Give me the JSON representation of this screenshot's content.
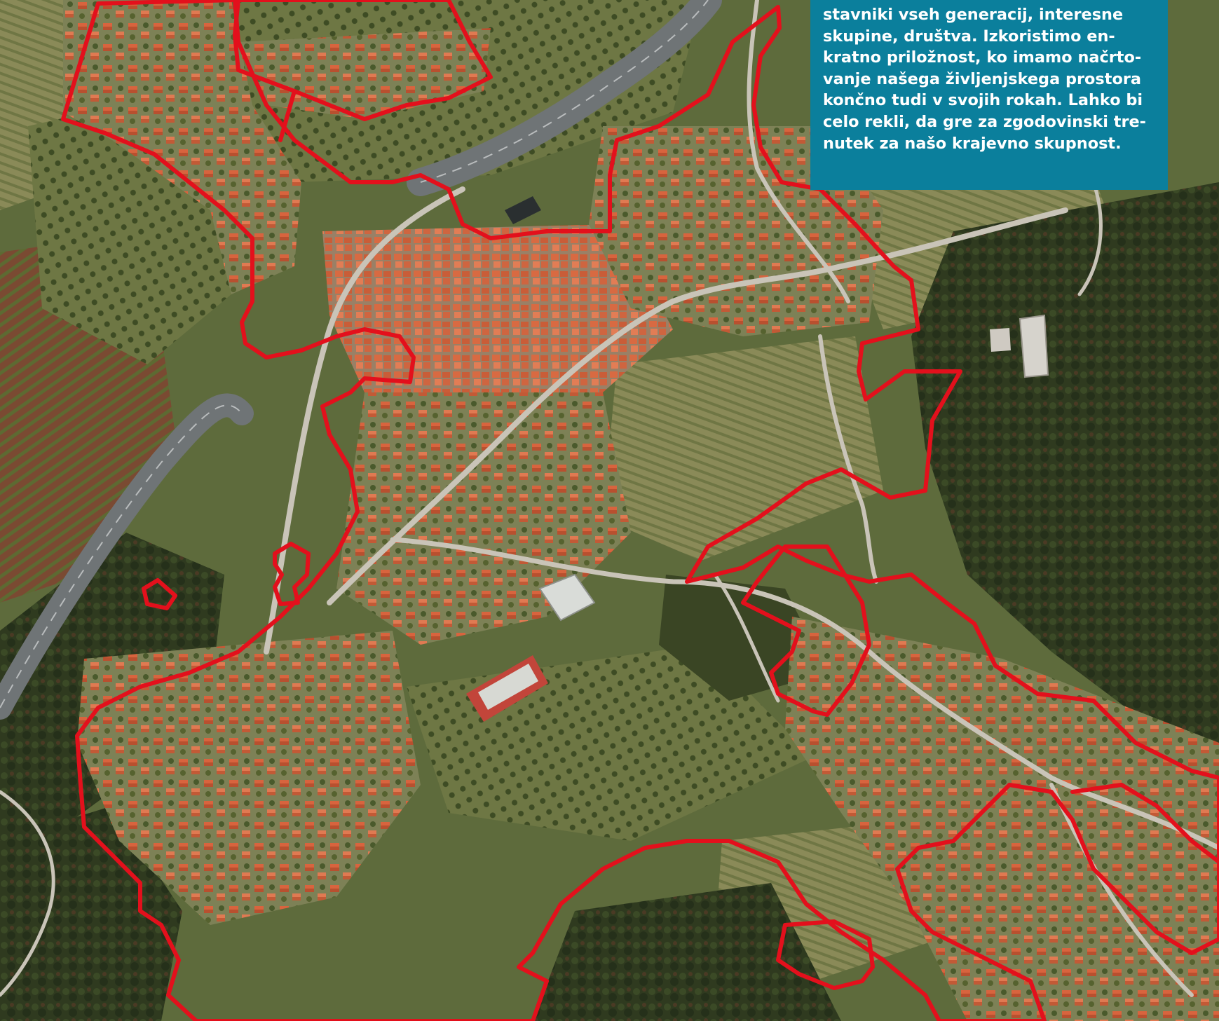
{
  "colors": {
    "zone_outline": "#e3101c",
    "info_box_background": "#0b7f9c",
    "info_box_text": "#ffffff",
    "terrain_base": "#5e6b3c",
    "forest": "#2f3a1f",
    "roof": "#d8643e",
    "road": "#c9c4b8"
  },
  "icons": {
    "zone_outline": "red-outline-boundary-shape"
  },
  "info_box": {
    "lines": [
      "stavniki vseh generacij, interesne",
      "skupine, društva. Izkoristimo en-",
      "kratno priložnost, ko imamo načrto-",
      "vanje našega življenjskega prostora",
      "končno tudi v svojih rokah. Lahko bi",
      "celo rekli, da gre za zgodovinski tre-",
      "nutek za našo krajevno skupnost."
    ]
  }
}
